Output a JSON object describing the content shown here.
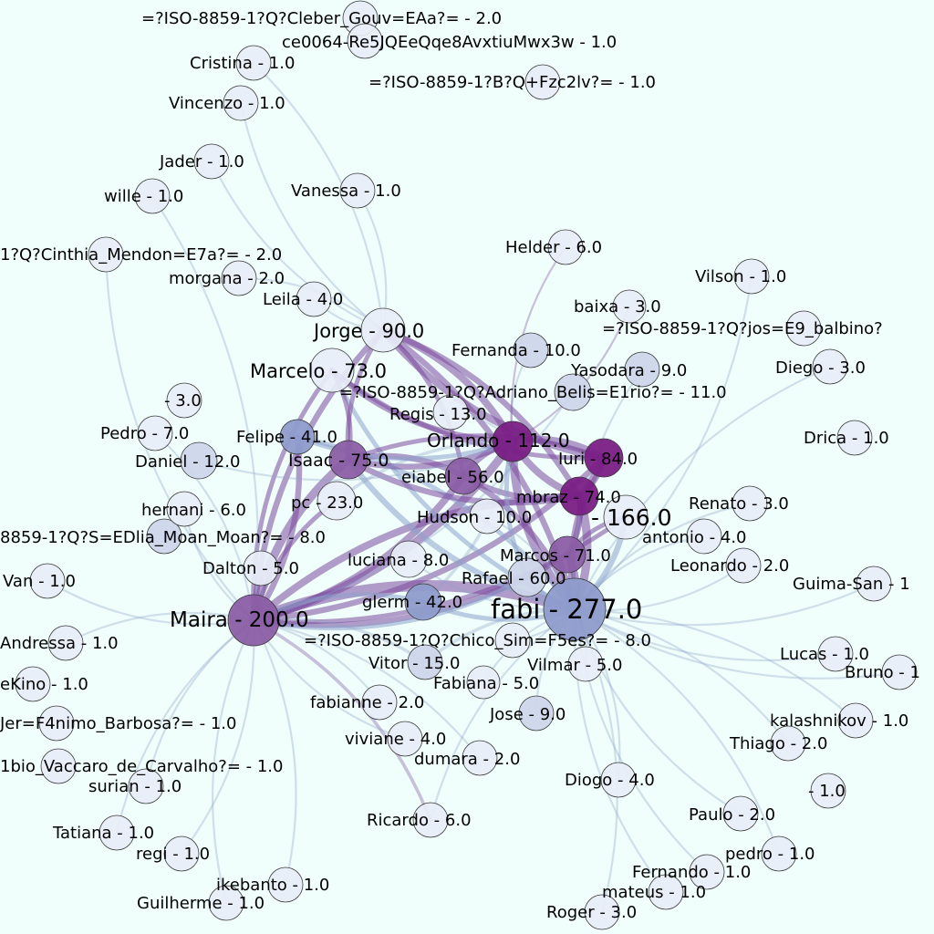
{
  "colors": {
    "background": "#f0fffb",
    "node_light": "#e8eef7",
    "node_mid": "#ced6ea",
    "node_blue": "#8e9ccc",
    "node_purple": "#8b5ea5",
    "node_deep": "#7a1f86",
    "edge_purple": "#7b4a9e",
    "edge_blue": "#8ea3cc"
  },
  "nodes": [
    {
      "id": "fabi",
      "label": "fabi - 277.0",
      "value": 277.0,
      "tone": "blue"
    },
    {
      "id": "maira",
      "label": "Maira - 200.0",
      "value": 200.0,
      "tone": "purple"
    },
    {
      "id": "n166",
      "label": "- 166.0",
      "value": 166.0,
      "tone": "light"
    },
    {
      "id": "orlando",
      "label": "Orlando - 112.0",
      "value": 112.0,
      "tone": "deep"
    },
    {
      "id": "jorge",
      "label": "Jorge - 90.0",
      "value": 90.0,
      "tone": "light"
    },
    {
      "id": "iuri",
      "label": "Iuri - 84.0",
      "value": 84.0,
      "tone": "deep"
    },
    {
      "id": "isaac",
      "label": "Isaac - 75.0",
      "value": 75.0,
      "tone": "purple"
    },
    {
      "id": "mbraz",
      "label": "mbraz - 74.0",
      "value": 74.0,
      "tone": "deep"
    },
    {
      "id": "marcelo",
      "label": "Marcelo - 73.0",
      "value": 73.0,
      "tone": "light"
    },
    {
      "id": "marcos",
      "label": "Marcos - 71.0",
      "value": 71.0,
      "tone": "purple"
    },
    {
      "id": "rafael",
      "label": "Rafael - 60.0",
      "value": 60.0,
      "tone": "mid"
    },
    {
      "id": "eiabel",
      "label": "eiabel - 56.0",
      "value": 56.0,
      "tone": "purple"
    },
    {
      "id": "glerm",
      "label": "glerm - 42.0",
      "value": 42.0,
      "tone": "blue"
    },
    {
      "id": "felipe",
      "label": "Felipe - 41.0",
      "value": 41.0,
      "tone": "blue"
    },
    {
      "id": "pc",
      "label": "pc - 23.0",
      "value": 23.0,
      "tone": "light"
    },
    {
      "id": "vitor",
      "label": "Vitor - 15.0",
      "value": 15.0,
      "tone": "mid"
    },
    {
      "id": "regis",
      "label": "Regis - 13.0",
      "value": 13.0,
      "tone": "light"
    },
    {
      "id": "daniel",
      "label": "Daniel - 12.0",
      "value": 12.0,
      "tone": "mid"
    },
    {
      "id": "adriano",
      "label": "=?ISO-8859-1?Q?Adriano_Belis=E1rio?= - 11.0",
      "value": 11.0,
      "tone": "mid"
    },
    {
      "id": "fernanda",
      "label": "Fernanda - 10.0",
      "value": 10.0,
      "tone": "mid"
    },
    {
      "id": "hudson",
      "label": "Hudson - 10.0",
      "value": 10.0,
      "tone": "light"
    },
    {
      "id": "yasodara",
      "label": "Yasodara - 9.0",
      "value": 9.0,
      "tone": "mid"
    },
    {
      "id": "jose",
      "label": "Jose - 9.0",
      "value": 9.0,
      "tone": "mid"
    },
    {
      "id": "luciana",
      "label": "luciana - 8.0",
      "value": 8.0,
      "tone": "light"
    },
    {
      "id": "moan",
      "label": "8859-1?Q?S=EDlia_Moan_Moan?= - 8.0",
      "value": 8.0,
      "tone": "mid"
    },
    {
      "id": "chico",
      "label": "=?ISO-8859-1?Q?Chico_Sim=F5es?= - 8.0",
      "value": 8.0,
      "tone": "light"
    },
    {
      "id": "pedro7",
      "label": "Pedro - 7.0",
      "value": 7.0,
      "tone": "light"
    },
    {
      "id": "helder",
      "label": "Helder - 6.0",
      "value": 6.0,
      "tone": "light"
    },
    {
      "id": "hernani",
      "label": "hernani - 6.0",
      "value": 6.0,
      "tone": "light"
    },
    {
      "id": "ricardo",
      "label": "Ricardo - 6.0",
      "value": 6.0,
      "tone": "light"
    },
    {
      "id": "dalton",
      "label": "Dalton - 5.0",
      "value": 5.0,
      "tone": "light"
    },
    {
      "id": "vilmar",
      "label": "Vilmar - 5.0",
      "value": 5.0,
      "tone": "light"
    },
    {
      "id": "fabiana",
      "label": "Fabiana - 5.0",
      "value": 5.0,
      "tone": "light"
    },
    {
      "id": "leila",
      "label": "Leila - 4.0",
      "value": 4.0,
      "tone": "light"
    },
    {
      "id": "antonio",
      "label": "antonio - 4.0",
      "value": 4.0,
      "tone": "light"
    },
    {
      "id": "viviane",
      "label": "viviane - 4.0",
      "value": 4.0,
      "tone": "light"
    },
    {
      "id": "diogo",
      "label": "Diogo - 4.0",
      "value": 4.0,
      "tone": "light"
    },
    {
      "id": "baixa",
      "label": "baixa - 3.0",
      "value": 3.0,
      "tone": "light"
    },
    {
      "id": "diego",
      "label": "Diego - 3.0",
      "value": 3.0,
      "tone": "light"
    },
    {
      "id": "n3",
      "label": "- 3.0",
      "value": 3.0,
      "tone": "light"
    },
    {
      "id": "renato",
      "label": "Renato - 3.0",
      "value": 3.0,
      "tone": "light"
    },
    {
      "id": "roger",
      "label": "Roger - 3.0",
      "value": 3.0,
      "tone": "light"
    },
    {
      "id": "cleber",
      "label": "=?ISO-8859-1?Q?Cleber_Gouv=EAa?= - 2.0",
      "value": 2.0,
      "tone": "light"
    },
    {
      "id": "cinthia",
      "label": "1?Q?Cinthia_Mendon=E7a?= - 2.0",
      "value": 2.0,
      "tone": "light"
    },
    {
      "id": "morgana",
      "label": "morgana - 2.0",
      "value": 2.0,
      "tone": "light"
    },
    {
      "id": "leonardo",
      "label": "Leonardo - 2.0",
      "value": 2.0,
      "tone": "light"
    },
    {
      "id": "fabianne",
      "label": "fabianne - 2.0",
      "value": 2.0,
      "tone": "light"
    },
    {
      "id": "dumara",
      "label": "dumara - 2.0",
      "value": 2.0,
      "tone": "light"
    },
    {
      "id": "thiago",
      "label": "Thiago - 2.0",
      "value": 2.0,
      "tone": "light"
    },
    {
      "id": "paulo",
      "label": "Paulo - 2.0",
      "value": 2.0,
      "tone": "light"
    },
    {
      "id": "ce0064",
      "label": "ce0064-Re5JQEeQqe8AvxtiuMwx3w - 1.0",
      "value": 1.0,
      "tone": "light"
    },
    {
      "id": "cristina",
      "label": "Cristina - 1.0",
      "value": 1.0,
      "tone": "light"
    },
    {
      "id": "bq",
      "label": "=?ISO-8859-1?B?Q+Fzc2lv?= - 1.0",
      "value": 1.0,
      "tone": "light"
    },
    {
      "id": "vincenzo",
      "label": "Vincenzo - 1.0",
      "value": 1.0,
      "tone": "light"
    },
    {
      "id": "jader",
      "label": "Jader - 1.0",
      "value": 1.0,
      "tone": "light"
    },
    {
      "id": "wille",
      "label": "wille - 1.0",
      "value": 1.0,
      "tone": "light"
    },
    {
      "id": "vanessa",
      "label": "Vanessa - 1.0",
      "value": 1.0,
      "tone": "light"
    },
    {
      "id": "vilson",
      "label": "Vilson - 1.0",
      "value": 1.0,
      "tone": "light"
    },
    {
      "id": "balbino",
      "label": "=?ISO-8859-1?Q?jos=E9_balbino?",
      "value": null,
      "tone": "light"
    },
    {
      "id": "drica",
      "label": "Drica - 1.0",
      "value": 1.0,
      "tone": "light"
    },
    {
      "id": "van",
      "label": "Van - 1.0",
      "value": 1.0,
      "tone": "light"
    },
    {
      "id": "guimasan",
      "label": "Guima-San - 1",
      "value": null,
      "tone": "light"
    },
    {
      "id": "andressa",
      "label": "Andressa - 1.0",
      "value": 1.0,
      "tone": "light"
    },
    {
      "id": "lucas",
      "label": "Lucas - 1.0",
      "value": 1.0,
      "tone": "light"
    },
    {
      "id": "bruno",
      "label": "Bruno - 1",
      "value": null,
      "tone": "light"
    },
    {
      "id": "ekino",
      "label": "eKino - 1.0",
      "value": 1.0,
      "tone": "light"
    },
    {
      "id": "jer",
      "label": "Jer=F4nimo_Barbosa?= - 1.0",
      "value": 1.0,
      "tone": "light"
    },
    {
      "id": "kalashnikov",
      "label": "kalashnikov - 1.0",
      "value": 1.0,
      "tone": "light"
    },
    {
      "id": "vaccaro",
      "label": "1bio_Vaccaro_de_Carvalho?= - 1.0",
      "value": 1.0,
      "tone": "light"
    },
    {
      "id": "surian",
      "label": "surian - 1.0",
      "value": 1.0,
      "tone": "light"
    },
    {
      "id": "n1",
      "label": "- 1.0",
      "value": 1.0,
      "tone": "light"
    },
    {
      "id": "tatiana",
      "label": "Tatiana - 1.0",
      "value": 1.0,
      "tone": "light"
    },
    {
      "id": "regi",
      "label": "regi - 1.0",
      "value": 1.0,
      "tone": "light"
    },
    {
      "id": "pedro1",
      "label": "pedro - 1.0",
      "value": 1.0,
      "tone": "light"
    },
    {
      "id": "ikebanto",
      "label": "ikebanto - 1.0",
      "value": 1.0,
      "tone": "light"
    },
    {
      "id": "fernando",
      "label": "Fernando - 1.0",
      "value": 1.0,
      "tone": "light"
    },
    {
      "id": "guilherme",
      "label": "Guilherme - 1.0",
      "value": 1.0,
      "tone": "light"
    },
    {
      "id": "mateus",
      "label": "mateus - 1.0",
      "value": 1.0,
      "tone": "light"
    }
  ],
  "edges": [
    {
      "source": "maira",
      "target": "fabi",
      "weight": 8,
      "tone": "purple"
    },
    {
      "source": "maira",
      "target": "orlando",
      "weight": 6,
      "tone": "purple"
    },
    {
      "source": "maira",
      "target": "isaac",
      "weight": 6,
      "tone": "purple"
    },
    {
      "source": "maira",
      "target": "eiabel",
      "weight": 5,
      "tone": "purple"
    },
    {
      "source": "maira",
      "target": "mbraz",
      "weight": 5,
      "tone": "purple"
    },
    {
      "source": "maira",
      "target": "marcos",
      "weight": 4,
      "tone": "purple"
    },
    {
      "source": "maira",
      "target": "jorge",
      "weight": 4,
      "tone": "purple"
    },
    {
      "source": "maira",
      "target": "felipe",
      "weight": 4,
      "tone": "purple"
    },
    {
      "source": "maira",
      "target": "pc",
      "weight": 3,
      "tone": "purple"
    },
    {
      "source": "maira",
      "target": "iuri",
      "weight": 4,
      "tone": "purple"
    },
    {
      "source": "maira",
      "target": "glerm",
      "weight": 3,
      "tone": "blue"
    },
    {
      "source": "maira",
      "target": "rafael",
      "weight": 3,
      "tone": "blue"
    },
    {
      "source": "maira",
      "target": "marcelo",
      "weight": 3,
      "tone": "purple"
    },
    {
      "source": "maira",
      "target": "n166",
      "weight": 3,
      "tone": "purple"
    },
    {
      "source": "fabi",
      "target": "orlando",
      "weight": 6,
      "tone": "purple"
    },
    {
      "source": "fabi",
      "target": "mbraz",
      "weight": 6,
      "tone": "purple"
    },
    {
      "source": "fabi",
      "target": "iuri",
      "weight": 5,
      "tone": "purple"
    },
    {
      "source": "fabi",
      "target": "marcos",
      "weight": 5,
      "tone": "purple"
    },
    {
      "source": "fabi",
      "target": "rafael",
      "weight": 4,
      "tone": "blue"
    },
    {
      "source": "fabi",
      "target": "eiabel",
      "weight": 4,
      "tone": "purple"
    },
    {
      "source": "fabi",
      "target": "isaac",
      "weight": 4,
      "tone": "blue"
    },
    {
      "source": "fabi",
      "target": "jorge",
      "weight": 4,
      "tone": "purple"
    },
    {
      "source": "fabi",
      "target": "glerm",
      "weight": 3,
      "tone": "blue"
    },
    {
      "source": "fabi",
      "target": "n166",
      "weight": 4,
      "tone": "blue"
    },
    {
      "source": "fabi",
      "target": "marcelo",
      "weight": 3,
      "tone": "blue"
    },
    {
      "source": "fabi",
      "target": "felipe",
      "weight": 3,
      "tone": "blue"
    },
    {
      "source": "jorge",
      "target": "orlando",
      "weight": 5,
      "tone": "purple"
    },
    {
      "source": "jorge",
      "target": "iuri",
      "weight": 5,
      "tone": "purple"
    },
    {
      "source": "jorge",
      "target": "mbraz",
      "weight": 4,
      "tone": "purple"
    },
    {
      "source": "jorge",
      "target": "isaac",
      "weight": 3,
      "tone": "purple"
    },
    {
      "source": "jorge",
      "target": "eiabel",
      "weight": 3,
      "tone": "purple"
    },
    {
      "source": "marcelo",
      "target": "orlando",
      "weight": 4,
      "tone": "purple"
    },
    {
      "source": "marcelo",
      "target": "isaac",
      "weight": 3,
      "tone": "purple"
    },
    {
      "source": "marcelo",
      "target": "iuri",
      "weight": 3,
      "tone": "purple"
    },
    {
      "source": "orlando",
      "target": "iuri",
      "weight": 5,
      "tone": "purple"
    },
    {
      "source": "orlando",
      "target": "mbraz",
      "weight": 5,
      "tone": "purple"
    },
    {
      "source": "orlando",
      "target": "isaac",
      "weight": 4,
      "tone": "purple"
    },
    {
      "source": "orlando",
      "target": "eiabel",
      "weight": 4,
      "tone": "purple"
    },
    {
      "source": "isaac",
      "target": "eiabel",
      "weight": 4,
      "tone": "purple"
    },
    {
      "source": "isaac",
      "target": "mbraz",
      "weight": 4,
      "tone": "purple"
    },
    {
      "source": "isaac",
      "target": "iuri",
      "weight": 3,
      "tone": "purple"
    },
    {
      "source": "mbraz",
      "target": "iuri",
      "weight": 4,
      "tone": "purple"
    },
    {
      "source": "mbraz",
      "target": "marcos",
      "weight": 4,
      "tone": "purple"
    },
    {
      "source": "eiabel",
      "target": "mbraz",
      "weight": 4,
      "tone": "purple"
    },
    {
      "source": "marcos",
      "target": "n166",
      "weight": 3,
      "tone": "purple"
    },
    {
      "source": "felipe",
      "target": "orlando",
      "weight": 3,
      "tone": "blue"
    },
    {
      "source": "pc",
      "target": "orlando",
      "weight": 2,
      "tone": "blue"
    },
    {
      "source": "glerm",
      "target": "orlando",
      "weight": 2,
      "tone": "blue"
    },
    {
      "source": "rafael",
      "target": "orlando",
      "weight": 3,
      "tone": "blue"
    },
    {
      "source": "vitor",
      "target": "maira",
      "weight": 2,
      "tone": "blue"
    },
    {
      "source": "vitor",
      "target": "fabi",
      "weight": 2,
      "tone": "blue"
    },
    {
      "source": "ricardo",
      "target": "maira",
      "weight": 2,
      "tone": "purple"
    },
    {
      "source": "ricardo",
      "target": "fabi",
      "weight": 1,
      "tone": "blue"
    },
    {
      "source": "daniel",
      "target": "orlando",
      "weight": 1,
      "tone": "blue"
    },
    {
      "source": "regis",
      "target": "orlando",
      "weight": 1,
      "tone": "blue"
    },
    {
      "source": "fernanda",
      "target": "orlando",
      "weight": 1,
      "tone": "blue"
    },
    {
      "source": "hudson",
      "target": "fabi",
      "weight": 1,
      "tone": "blue"
    },
    {
      "source": "luciana",
      "target": "fabi",
      "weight": 1,
      "tone": "blue"
    },
    {
      "source": "jose",
      "target": "fabi",
      "weight": 1,
      "tone": "blue"
    },
    {
      "source": "yasodara",
      "target": "fabi",
      "weight": 1,
      "tone": "blue"
    },
    {
      "source": "adriano",
      "target": "maira",
      "weight": 1,
      "tone": "blue"
    },
    {
      "source": "helder",
      "target": "orlando",
      "weight": 1,
      "tone": "purple"
    },
    {
      "source": "baixa",
      "target": "orlando",
      "weight": 1,
      "tone": "purple"
    },
    {
      "source": "leila",
      "target": "jorge",
      "weight": 1,
      "tone": "blue"
    },
    {
      "source": "vanessa",
      "target": "jorge",
      "weight": 1,
      "tone": "blue"
    },
    {
      "source": "roger",
      "target": "fabi",
      "weight": 1,
      "tone": "blue"
    },
    {
      "source": "mateus",
      "target": "fabi",
      "weight": 1,
      "tone": "blue"
    },
    {
      "source": "diogo",
      "target": "fabi",
      "weight": 1,
      "tone": "blue"
    },
    {
      "source": "paulo",
      "target": "fabi",
      "weight": 1,
      "tone": "blue"
    },
    {
      "source": "thiago",
      "target": "fabi",
      "weight": 1,
      "tone": "blue"
    },
    {
      "source": "guilherme",
      "target": "maira",
      "weight": 1,
      "tone": "blue"
    },
    {
      "source": "ikebanto",
      "target": "maira",
      "weight": 1,
      "tone": "blue"
    },
    {
      "source": "tatiana",
      "target": "maira",
      "weight": 1,
      "tone": "blue"
    },
    {
      "source": "van",
      "target": "maira",
      "weight": 1,
      "tone": "blue"
    },
    {
      "source": "andressa",
      "target": "maira",
      "weight": 1,
      "tone": "blue"
    },
    {
      "source": "renato",
      "target": "fabi",
      "weight": 1,
      "tone": "blue"
    },
    {
      "source": "leonardo",
      "target": "fabi",
      "weight": 1,
      "tone": "blue"
    },
    {
      "source": "antonio",
      "target": "fabi",
      "weight": 1,
      "tone": "blue"
    },
    {
      "source": "lucas",
      "target": "fabi",
      "weight": 1,
      "tone": "blue"
    },
    {
      "source": "kalashnikov",
      "target": "fabi",
      "weight": 1,
      "tone": "blue"
    },
    {
      "source": "guimasan",
      "target": "fabi",
      "weight": 1,
      "tone": "blue"
    },
    {
      "source": "vilmar",
      "target": "fabi",
      "weight": 1,
      "tone": "blue"
    },
    {
      "source": "fabiana",
      "target": "fabi",
      "weight": 1,
      "tone": "blue"
    },
    {
      "source": "dumara",
      "target": "maira",
      "weight": 1,
      "tone": "blue"
    },
    {
      "source": "viviane",
      "target": "maira",
      "weight": 1,
      "tone": "blue"
    },
    {
      "source": "fabianne",
      "target": "maira",
      "weight": 1,
      "tone": "blue"
    },
    {
      "source": "cristina",
      "target": "jorge",
      "weight": 1,
      "tone": "blue"
    },
    {
      "source": "vincenzo",
      "target": "jorge",
      "weight": 1,
      "tone": "blue"
    },
    {
      "source": "wille",
      "target": "maira",
      "weight": 1,
      "tone": "blue"
    },
    {
      "source": "jader",
      "target": "jorge",
      "weight": 1,
      "tone": "blue"
    },
    {
      "source": "morgana",
      "target": "jorge",
      "weight": 1,
      "tone": "blue"
    },
    {
      "source": "cinthia",
      "target": "maira",
      "weight": 1,
      "tone": "blue"
    },
    {
      "source": "dalton",
      "target": "maira",
      "weight": 1,
      "tone": "blue"
    },
    {
      "source": "hernani",
      "target": "maira",
      "weight": 1,
      "tone": "blue"
    },
    {
      "source": "pedro7",
      "target": "maira",
      "weight": 1,
      "tone": "blue"
    },
    {
      "source": "chico",
      "target": "fabi",
      "weight": 1,
      "tone": "blue"
    },
    {
      "source": "vilson",
      "target": "fabi",
      "weight": 1,
      "tone": "blue"
    },
    {
      "source": "diego",
      "target": "fabi",
      "weight": 1,
      "tone": "blue"
    },
    {
      "source": "bruno",
      "target": "fabi",
      "weight": 1,
      "tone": "blue"
    },
    {
      "source": "pedro1",
      "target": "fabi",
      "weight": 1,
      "tone": "blue"
    },
    {
      "source": "fernando",
      "target": "fabi",
      "weight": 1,
      "tone": "blue"
    },
    {
      "source": "regi",
      "target": "maira",
      "weight": 1,
      "tone": "blue"
    },
    {
      "source": "surian",
      "target": "maira",
      "weight": 1,
      "tone": "blue"
    }
  ]
}
